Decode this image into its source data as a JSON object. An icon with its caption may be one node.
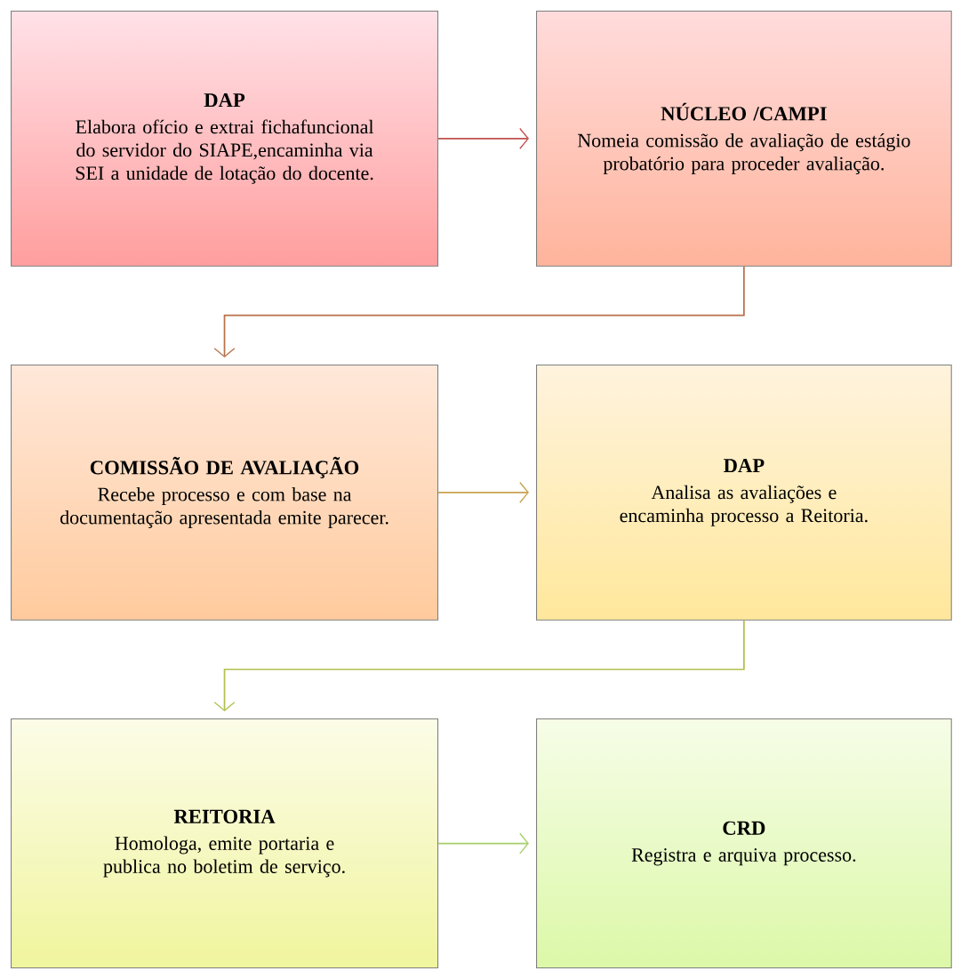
{
  "diagram": {
    "nodes": [
      {
        "text": [
          "DAP",
          "Elabora ofício e extrai fichafuncional do servidor do SIAPE,encaminha via SEI a unidade de lotação do docente."
        ]
      },
      {
        "text": [
          "NÚCLEO /CAMPI",
          "Nomeia  comissão de avaliação de estágio probatório para proceder avaliação."
        ]
      },
      {
        "text": [
          "COMISSÃO DE AVALIAÇÃO",
          "Recebe processo e com base na documentação apresentada emite parecer."
        ]
      },
      {
        "text": [
          "DAP",
          "Analisa as avaliações e encaminha processo a Reitoria."
        ]
      },
      {
        "text": [
          "REITORIA",
          "Homologa, emite portaria e publica no boletim de serviço."
        ]
      },
      {
        "text": [
          "CRD",
          "Registra e arquiva processo."
        ]
      }
    ],
    "edges": [
      {
        "from": 0,
        "to": 1,
        "arrow": "to",
        "color": "#c0504d"
      },
      {
        "from": 1,
        "to": 2,
        "arrow": "to",
        "color": "#b9704a"
      },
      {
        "from": 2,
        "to": 3,
        "arrow": "to",
        "color": "#c9a24e"
      },
      {
        "from": 3,
        "to": 4,
        "arrow": "to",
        "color": "#b3bf4f"
      },
      {
        "from": 4,
        "to": 5,
        "arrow": "to",
        "color": "#a6cf6a"
      }
    ]
  }
}
